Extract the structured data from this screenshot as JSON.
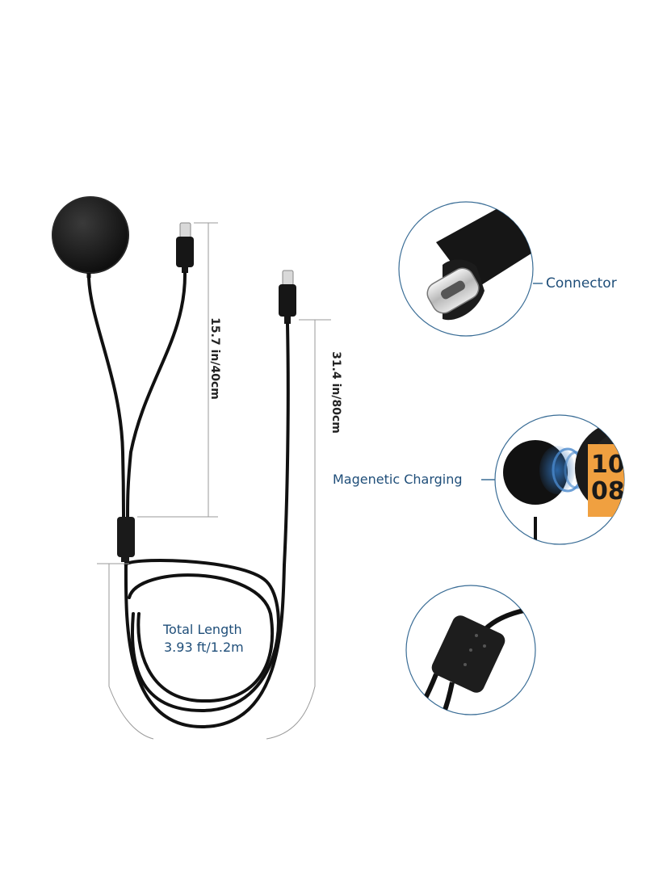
{
  "labels": {
    "connector": "Connector",
    "magnetic_charging": "Magenetic Charging",
    "total_length_line1": "Total Length",
    "total_length_line2": "3.93 ft/1.2m",
    "dim_short": "15.7 in/40cm",
    "dim_long": "31.4 in/80cm"
  },
  "watch_face_digits": [
    "10",
    "08"
  ],
  "colors": {
    "label_text": "#1f4e79",
    "callout_circle": "#3a6d96",
    "cable": "#111111",
    "watch_orange": "#f0a040"
  }
}
